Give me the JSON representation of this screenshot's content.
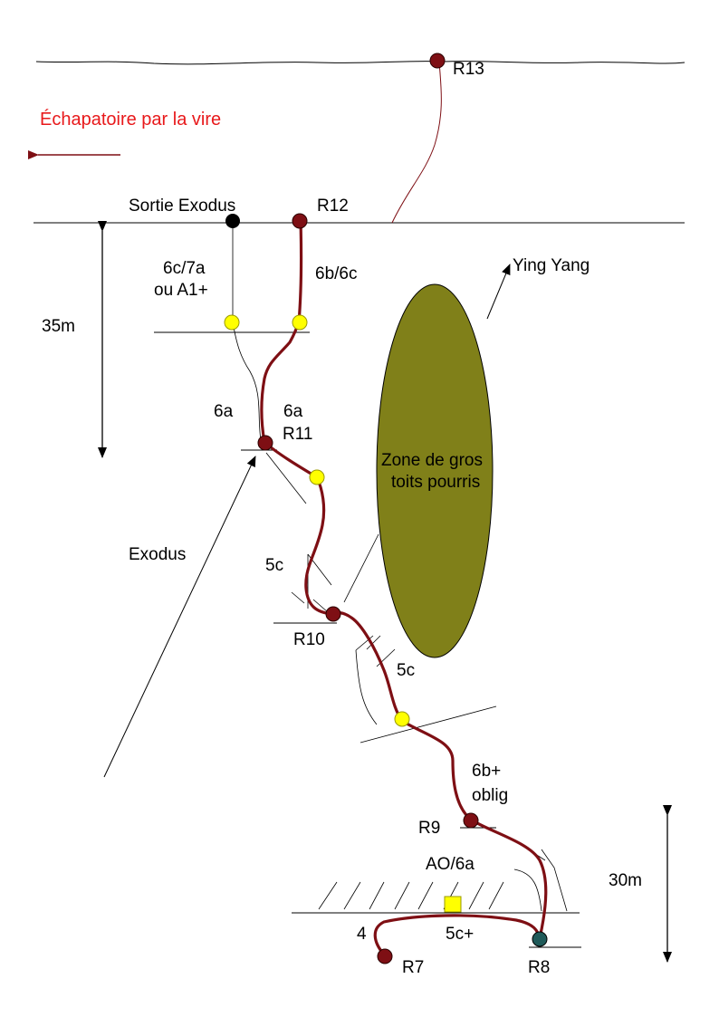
{
  "colors": {
    "route": "#7e0f14",
    "belay": "#7e0f14",
    "belay_stroke": "#2a0000",
    "bolt": "#ffff00",
    "bolt_stroke": "#9a9a00",
    "roof_zone": "#808019",
    "exit_point": "#000000",
    "r8_point": "#1f5a59",
    "escape_text": "#e8191b",
    "escape_arrow": "#7e0f14",
    "ink": "#000000"
  },
  "labels": {
    "escape": "Échapatoire par la vire",
    "exit_exodus": "Sortie Exodus",
    "exodus": "Exodus",
    "ying_yang": "Ying Yang",
    "zone_line1": "Zone de gros",
    "zone_line2": "toits pourris",
    "dim_35": "35m",
    "dim_30": "30m"
  },
  "relays": {
    "r7": "R7",
    "r8": "R8",
    "r9": "R9",
    "r10": "R10",
    "r11": "R11",
    "r12": "R12",
    "r13": "R13"
  },
  "grades": {
    "p_r7_r8_start": "4",
    "p_r7_r8": "5c+",
    "p_r8_r9": "AO/6a",
    "p_r9_up_1": "6b+",
    "p_r9_up_2": "oblig",
    "p_r10_up": "5c",
    "p_r10_down": "5c",
    "p_r11": "6a",
    "p_r11_left": "6a",
    "p_r12_1": "6b/6c",
    "p_exodus_1": "6c/7a",
    "p_exodus_2": "ou A1+"
  },
  "icons": {
    "belay": "filled-circle",
    "bolt": "yellow-circle",
    "aid": "yellow-square",
    "direction": "arrow-icon"
  }
}
